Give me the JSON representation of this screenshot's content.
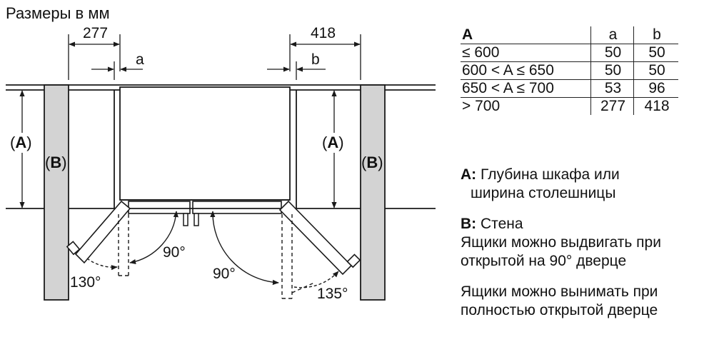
{
  "title": "Размеры в мм",
  "dimensions": {
    "left_clearance": "277",
    "right_clearance": "418",
    "gap_a": "a",
    "gap_b": "b"
  },
  "labels": {
    "depth_left": "A",
    "depth_right": "A",
    "wall_left": "B",
    "wall_right": "B"
  },
  "angles": {
    "left_open": "90°",
    "left_full": "130°",
    "right_open": "90°",
    "right_full": "135°"
  },
  "table": {
    "headers": [
      "A",
      "a",
      "b"
    ],
    "rows": [
      [
        "≤ 600",
        "50",
        "50"
      ],
      [
        "600 < A ≤ 650",
        "50",
        "50"
      ],
      [
        "650 < A ≤ 700",
        "53",
        "96"
      ],
      [
        "> 700",
        "277",
        "418"
      ]
    ]
  },
  "legend": {
    "a_key": "A:",
    "a_line1": "Глубина шкафа или",
    "a_line2": "ширина столешницы",
    "b_key": "B:",
    "b_text": "Стена",
    "drawers_90_line1": "Ящики можно выдвигать при",
    "drawers_90_line2": "открытой на 90° дверце",
    "drawers_full_line1": "Ящики можно вынимать при",
    "drawers_full_line2": "полностью открытой дверце"
  },
  "colors": {
    "wall_fill": "#d3d3d3",
    "line": "#1a1a1a"
  }
}
